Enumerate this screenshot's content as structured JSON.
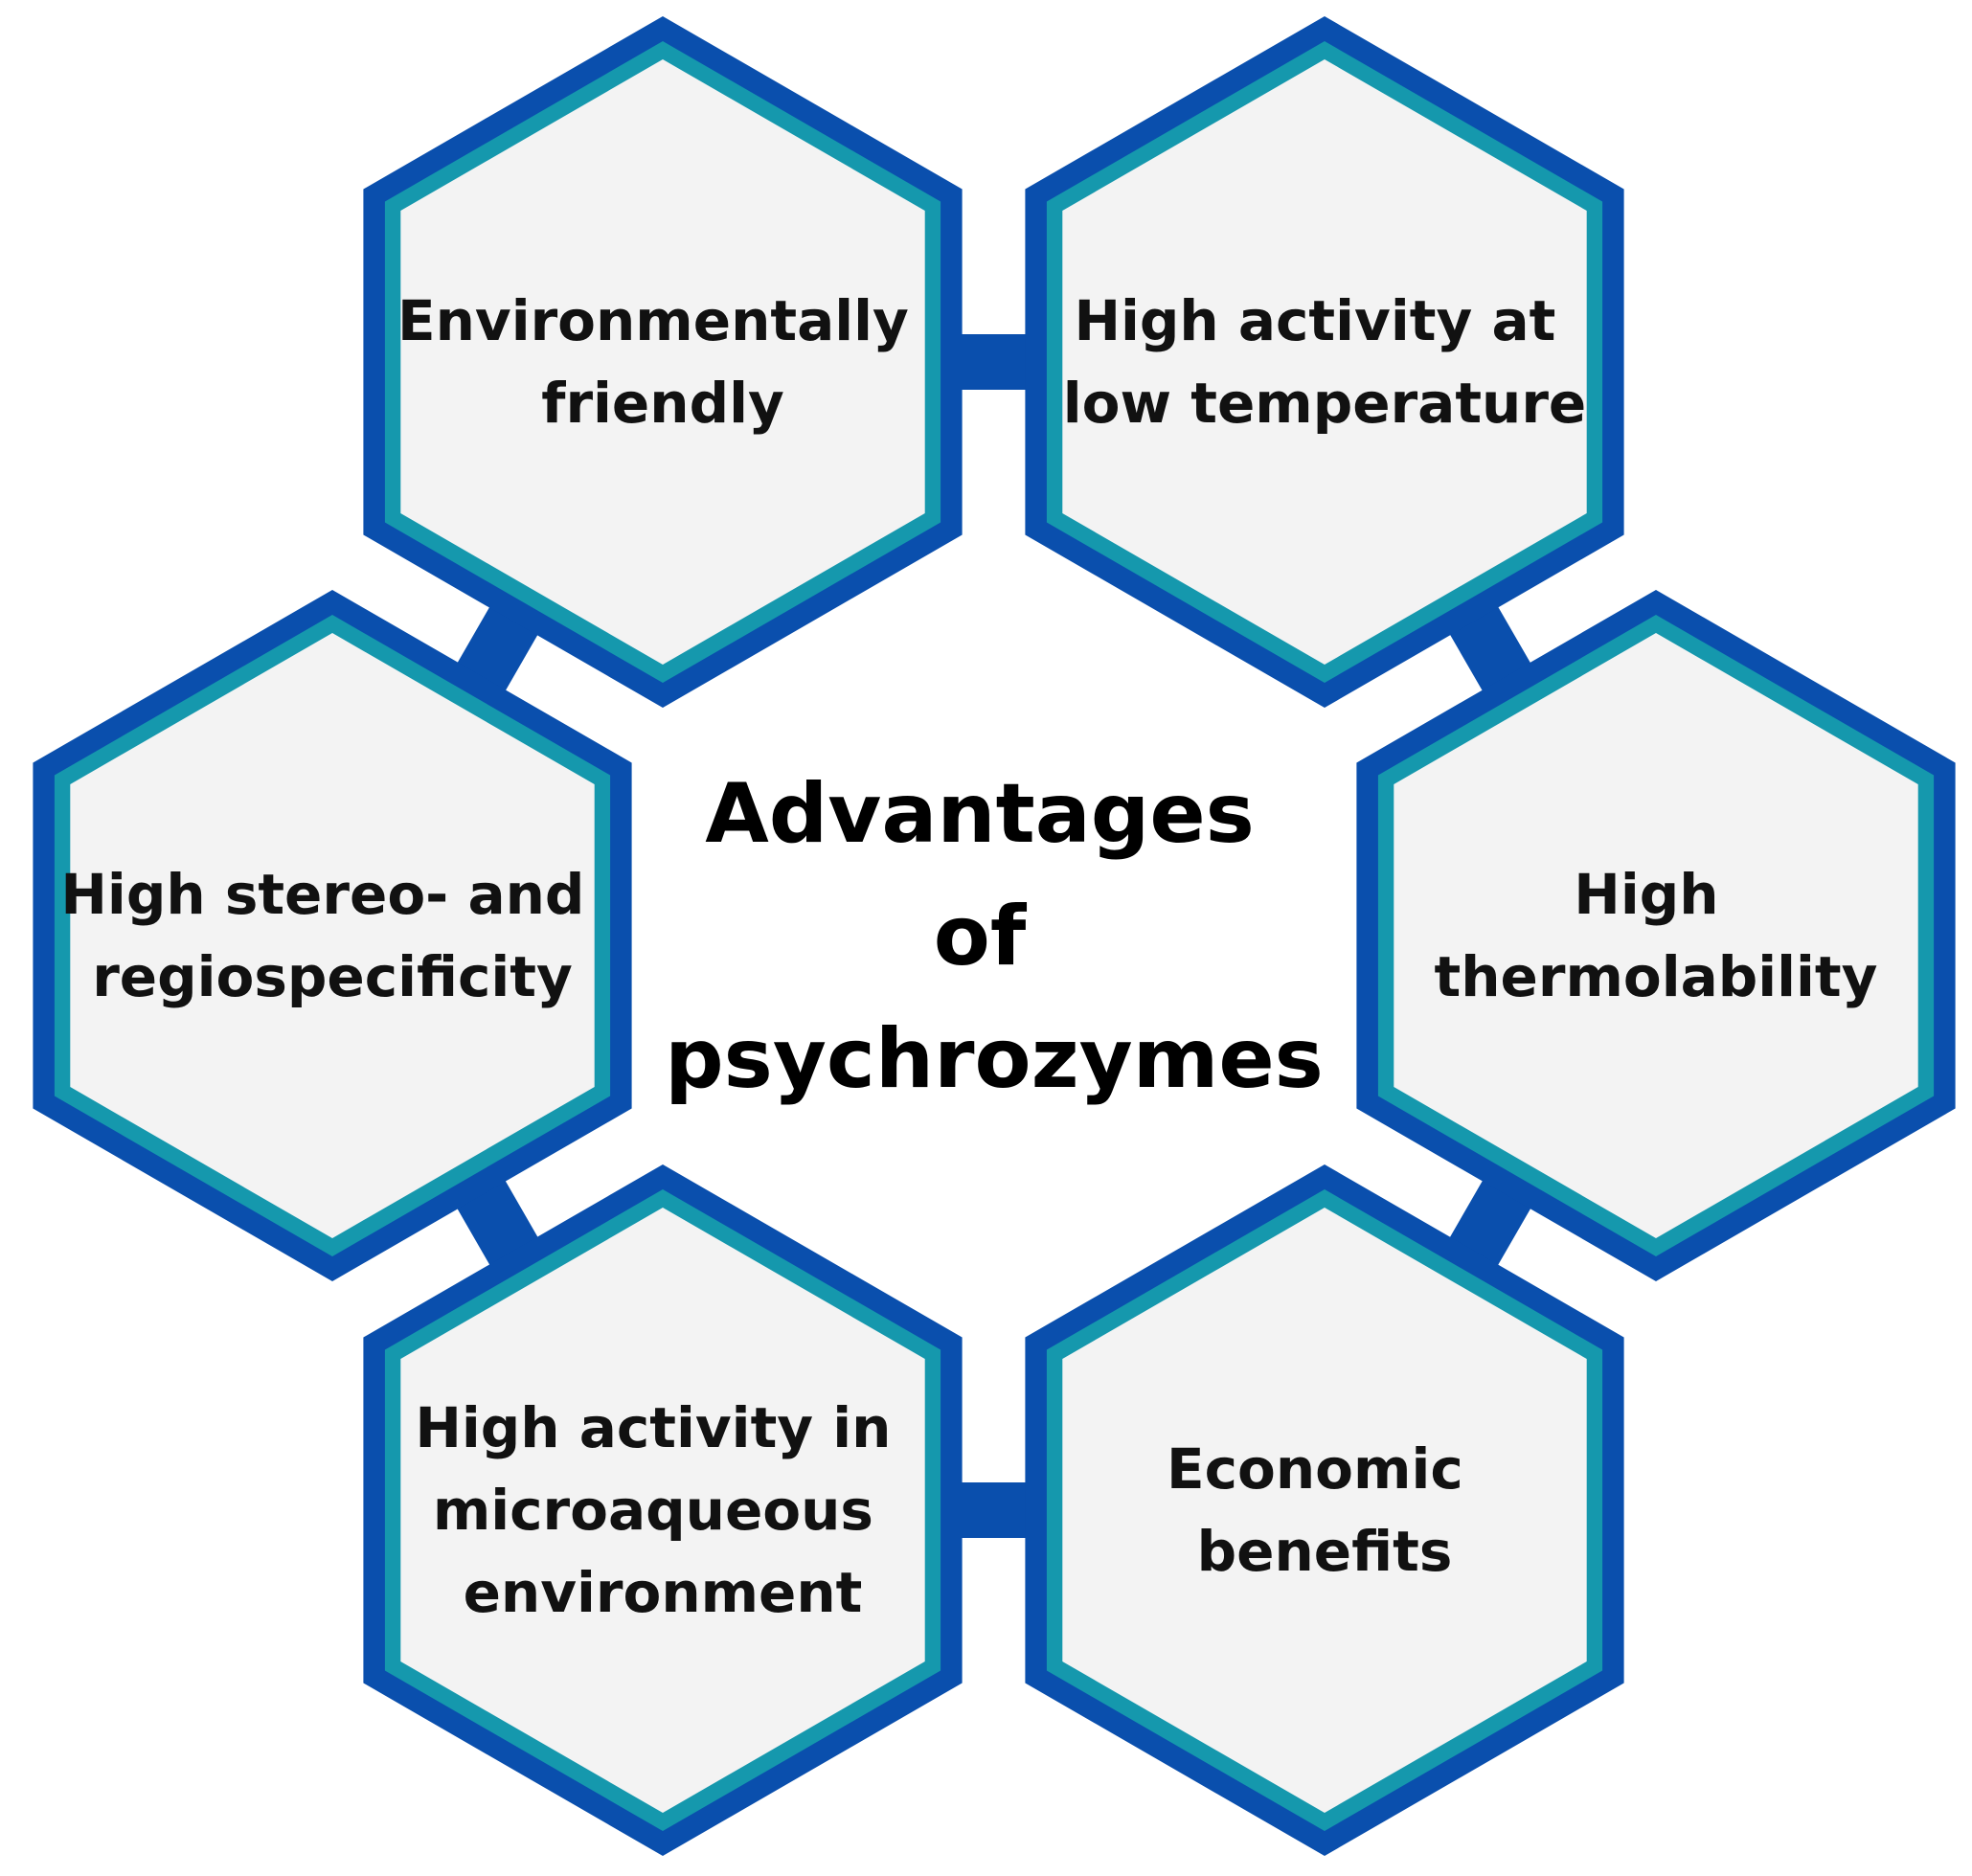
{
  "title": {
    "lines": [
      "Advantages",
      "of",
      "psychrozymes"
    ]
  },
  "items": [
    {
      "id": "environmentally-friendly",
      "lines": [
        "Environmentally",
        "friendly"
      ]
    },
    {
      "id": "high-activity-low-temperature",
      "lines": [
        "High activity at",
        "low temperature"
      ]
    },
    {
      "id": "high-thermolability",
      "lines": [
        "High",
        "thermolability"
      ]
    },
    {
      "id": "economic-benefits",
      "lines": [
        "Economic",
        "benefits"
      ]
    },
    {
      "id": "high-activity-microaqueous",
      "lines": [
        "High activity in",
        "microaqueous",
        "environment"
      ]
    },
    {
      "id": "high-stereo-regiospecificity",
      "lines": [
        "High stereo- and",
        "regiospecificity"
      ]
    }
  ],
  "colors": {
    "outer_border": "#0a4fad",
    "inner_border": "#1598ad",
    "fill": "#f3f3f3",
    "connector": "#0a4fad",
    "text": "#111111"
  }
}
